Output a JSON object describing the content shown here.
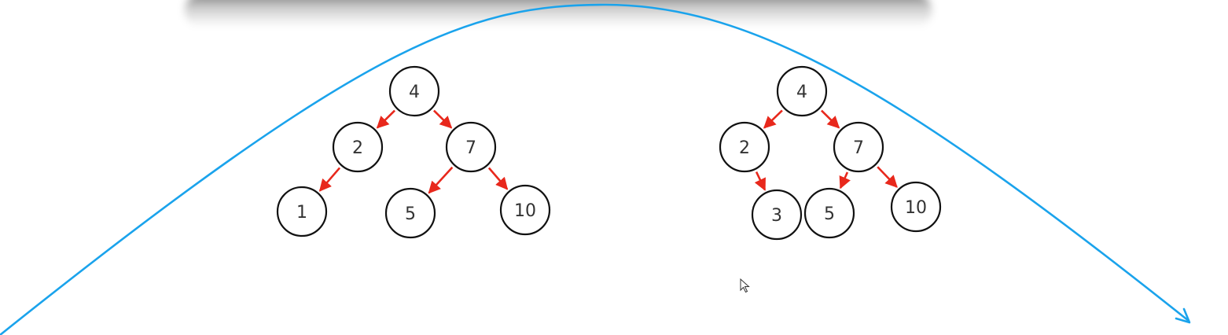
{
  "colors": {
    "background": "#ffffff",
    "node_stroke": "#111111",
    "edge": "#e8281c",
    "arc": "#1aa3ec",
    "text": "#333333"
  },
  "trees": [
    {
      "name": "left-tree",
      "nodes": [
        {
          "id": "L4",
          "label": "4"
        },
        {
          "id": "L2",
          "label": "2"
        },
        {
          "id": "L7",
          "label": "7"
        },
        {
          "id": "L1",
          "label": "1"
        },
        {
          "id": "L5",
          "label": "5"
        },
        {
          "id": "L10",
          "label": "10"
        }
      ],
      "edges": [
        [
          "L4",
          "L2"
        ],
        [
          "L4",
          "L7"
        ],
        [
          "L2",
          "L1"
        ],
        [
          "L7",
          "L5"
        ],
        [
          "L7",
          "L10"
        ]
      ]
    },
    {
      "name": "right-tree",
      "nodes": [
        {
          "id": "R4",
          "label": "4"
        },
        {
          "id": "R2",
          "label": "2"
        },
        {
          "id": "R7",
          "label": "7"
        },
        {
          "id": "R3",
          "label": "3"
        },
        {
          "id": "R5",
          "label": "5"
        },
        {
          "id": "R10",
          "label": "10"
        }
      ],
      "edges": [
        [
          "R4",
          "R2"
        ],
        [
          "R4",
          "R7"
        ],
        [
          "R2",
          "R3"
        ],
        [
          "R7",
          "R5"
        ],
        [
          "R7",
          "R10"
        ]
      ]
    }
  ],
  "icons": {
    "cursor": "mouse-pointer-icon"
  }
}
